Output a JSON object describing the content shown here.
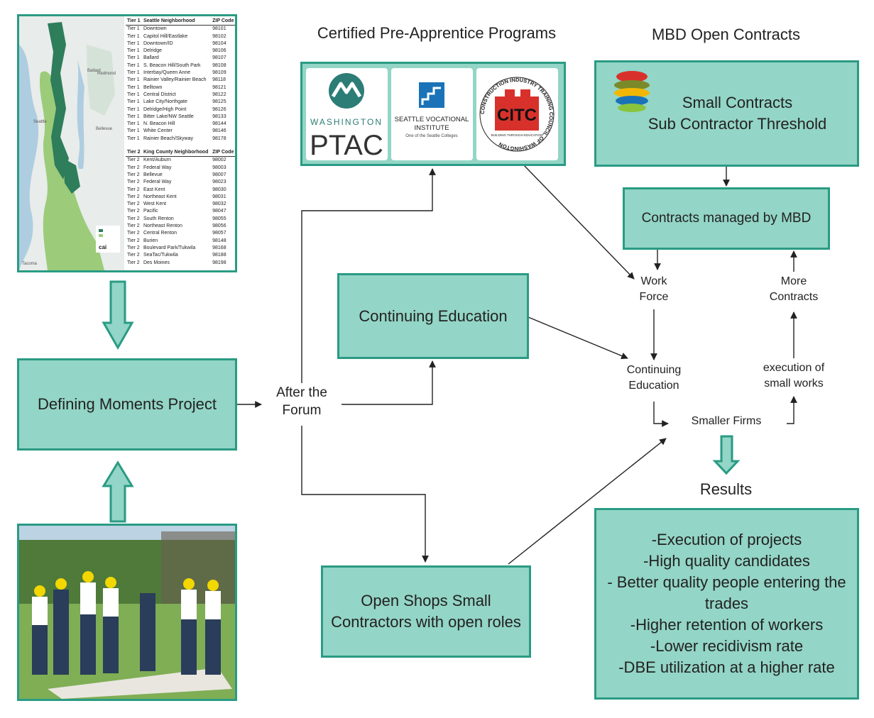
{
  "headers": {
    "programs": "Certified Pre-Apprentice Programs",
    "mbd": "MBD Open Contracts",
    "results": "Results"
  },
  "nodes": {
    "defining": "Defining Moments Project",
    "after_forum": [
      "After the",
      "Forum"
    ],
    "continuing": "Continuing Education",
    "open_shops": [
      "Open Shops Small",
      "Contractors with open roles"
    ],
    "small_contracts": [
      "Small Contracts",
      "Sub Contractor Threshold"
    ],
    "managed": "Contracts managed by MBD",
    "work_force": [
      "Work",
      "Force"
    ],
    "more_contracts": [
      "More",
      "Contracts"
    ],
    "cont_edu": [
      "Continuing",
      "Education"
    ],
    "execution": [
      "execution of",
      "small works"
    ],
    "smaller_firms": "Smaller Firms"
  },
  "results": [
    "-Execution of projects",
    "-High quality candidates",
    "- Better quality people entering the",
    "trades",
    "-Higher retention of workers",
    "-Lower recidivism rate",
    "-DBE utilization at a higher rate"
  ],
  "logos": {
    "ptac_top": "WASHINGTON",
    "ptac_bottom": "PTAC",
    "svi_line1": "SEATTLE VOCATIONAL",
    "svi_line2": "INSTITUTE",
    "svi_line3": "One of the Seattle Colleges",
    "citc_ring": "CONSTRUCTION INDUSTRY TRAINING COUNCIL OF WASHINGTON",
    "citc_center": "CITC",
    "citc_tag": "BUILDING THROUGH EDUCATION"
  },
  "map": {
    "labels": [
      "Ballard",
      "Redmond",
      "Seattle",
      "Bellevue",
      "Tacoma"
    ],
    "legend_brand": "cai"
  },
  "zip_table": {
    "tier1_header": [
      "Tier 1",
      "Seattle Neighborhood",
      "ZIP Code"
    ],
    "tier1": [
      [
        "Tier 1",
        "Downtown",
        "98101"
      ],
      [
        "Tier 1",
        "Capitol Hill/Eastlake",
        "98102"
      ],
      [
        "Tier 1",
        "Downtown/ID",
        "98104"
      ],
      [
        "Tier 1",
        "Delridge",
        "98106"
      ],
      [
        "Tier 1",
        "Ballard",
        "98107"
      ],
      [
        "Tier 1",
        "S. Beacon Hill/South Park",
        "98108"
      ],
      [
        "Tier 1",
        "Interbay/Queen Anne",
        "98109"
      ],
      [
        "Tier 1",
        "Rainier Valley/Rainier Beach",
        "98118"
      ],
      [
        "Tier 1",
        "Belltown",
        "98121"
      ],
      [
        "Tier 1",
        "Central District",
        "98122"
      ],
      [
        "Tier 1",
        "Lake City/Northgate",
        "98125"
      ],
      [
        "Tier 1",
        "Delridge/High Point",
        "98126"
      ],
      [
        "Tier 1",
        "Bitter Lake/NW Seattle",
        "98133"
      ],
      [
        "Tier 1",
        "N. Beacon Hill",
        "98144"
      ],
      [
        "Tier 1",
        "White Center",
        "98146"
      ],
      [
        "Tier 1",
        "Rainier Beach/Skyway",
        "98178"
      ]
    ],
    "tier2_header": [
      "Tier 2",
      "King County Neighborhood",
      "ZIP Code"
    ],
    "tier2": [
      [
        "Tier 2",
        "Kent/Auburn",
        "98002"
      ],
      [
        "Tier 2",
        "Federal Way",
        "98003"
      ],
      [
        "Tier 2",
        "Bellevue",
        "98007"
      ],
      [
        "Tier 2",
        "Federal Way",
        "98023"
      ],
      [
        "Tier 2",
        "East Kent",
        "98030"
      ],
      [
        "Tier 2",
        "Northeast Kent",
        "98031"
      ],
      [
        "Tier 2",
        "West Kent",
        "98032"
      ],
      [
        "Tier 2",
        "Pacific",
        "98047"
      ],
      [
        "Tier 2",
        "South Renton",
        "98055"
      ],
      [
        "Tier 2",
        "Northeast Renton",
        "98056"
      ],
      [
        "Tier 2",
        "Central Renton",
        "98057"
      ],
      [
        "Tier 2",
        "Burien",
        "98148"
      ],
      [
        "Tier 2",
        "Boulevard Park/Tukwila",
        "98168"
      ],
      [
        "Tier 2",
        "SeaTac/Tukwila",
        "98188"
      ],
      [
        "Tier 2",
        "Des Moines",
        "98198"
      ]
    ]
  },
  "colors": {
    "box_fill": "#93d5c6",
    "box_border": "#2a9b84",
    "map_tier1": "#2e7d5b",
    "map_tier2": "#9ccc7a"
  }
}
